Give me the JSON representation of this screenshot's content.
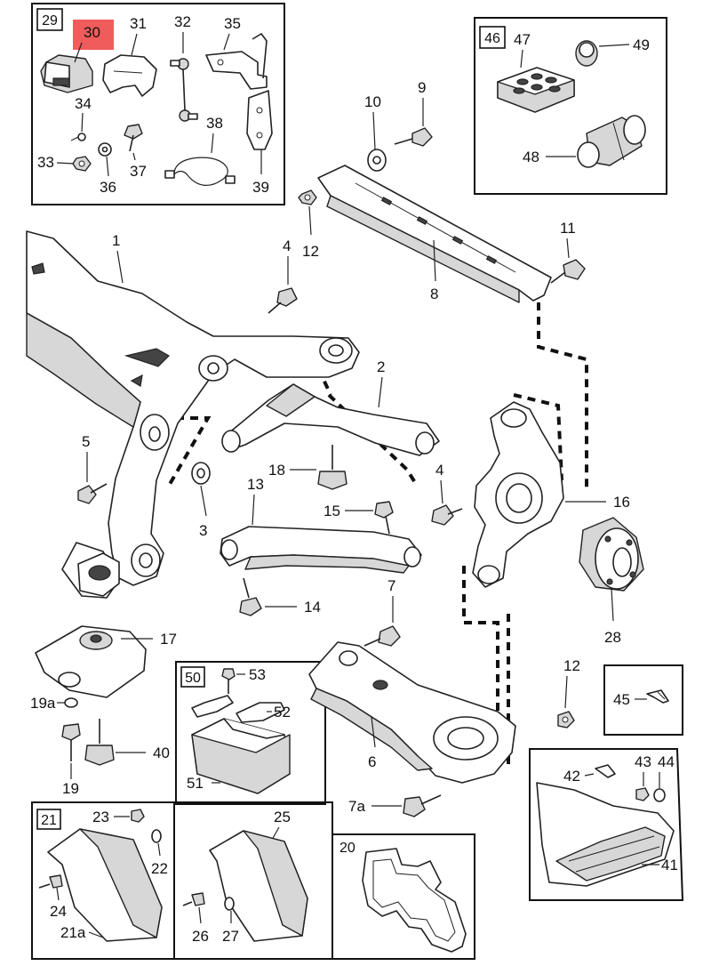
{
  "highlight_color": "#ee4a4a",
  "box_labels": {
    "b29": "29",
    "b46": "46",
    "b50": "50",
    "b21": "21",
    "b20": "20"
  },
  "labels": {
    "l30": "30",
    "l31": "31",
    "l32": "32",
    "l35": "35",
    "l34": "34",
    "l33": "33",
    "l36": "36",
    "l37": "37",
    "l38": "38",
    "l39": "39",
    "l47": "47",
    "l49": "49",
    "l48": "48",
    "l10": "10",
    "l9": "9",
    "l12a": "12",
    "l11": "11",
    "l8": "8",
    "l1": "1",
    "l4a": "4",
    "l2": "2",
    "l5": "5",
    "l18": "18",
    "l4b": "4",
    "l16": "16",
    "l13": "13",
    "l3": "3",
    "l15": "15",
    "l14": "14",
    "l7": "7",
    "l28": "28",
    "l17": "17",
    "l19a": "19a",
    "l40": "40",
    "l19": "19",
    "l53": "53",
    "l52": "52",
    "l51": "51",
    "l12b": "12",
    "l45": "45",
    "l6": "6",
    "l42": "42",
    "l43": "43",
    "l44": "44",
    "l7a": "7a",
    "l41": "41",
    "l23": "23",
    "l22": "22",
    "l24": "24",
    "l21a": "21a",
    "l25": "25",
    "l26": "26",
    "l27": "27"
  }
}
